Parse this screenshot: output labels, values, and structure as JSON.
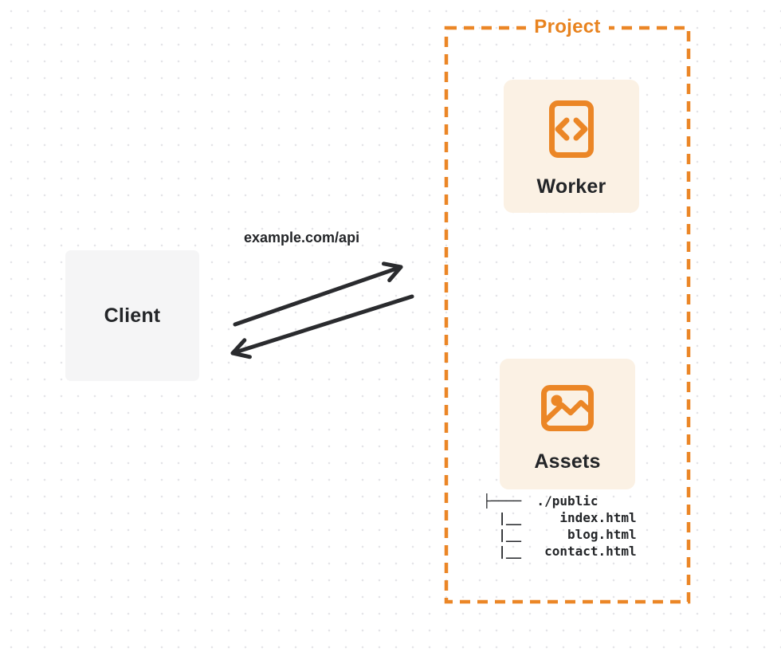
{
  "diagram": {
    "client": {
      "label": "Client"
    },
    "request_arrow": {
      "label": "example.com/api",
      "direction": "client-to-project"
    },
    "response_arrow": {
      "direction": "project-to-client"
    },
    "project": {
      "label": "Project",
      "nodes": [
        {
          "id": "worker",
          "label": "Worker",
          "icon": "code-document-icon"
        },
        {
          "id": "assets",
          "label": "Assets",
          "icon": "image-icon"
        }
      ],
      "file_tree": {
        "root": "./public",
        "files": [
          "index.html",
          "blog.html",
          "contact.html"
        ],
        "ascii": "├────  ./public\n  |__     index.html\n  |__      blog.html\n  |__   contact.html"
      }
    },
    "colors": {
      "accent_orange": "#eb8626",
      "project_label_orange": "#e8831f",
      "card_cream": "#fbf1e4",
      "client_gray": "#f5f5f6",
      "ink": "#232528",
      "arrow_ink": "#2a2b2e",
      "grid_dot": "#e4e4e8"
    }
  }
}
